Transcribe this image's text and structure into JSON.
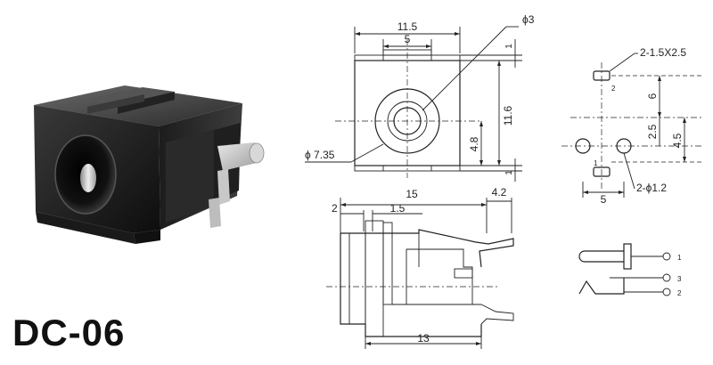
{
  "model": "DC-06",
  "front_view": {
    "width": "11.5",
    "slot": "5",
    "pin_hole": "ϕ3",
    "body_diameter": "ϕ 7.35",
    "height": "11.6",
    "center_height": "4.8",
    "top_offset": "1",
    "bottom_offset": "1"
  },
  "side_view": {
    "length": "15",
    "tail": "4.2",
    "flange": "2",
    "step": "1.5",
    "base_length": "13"
  },
  "pcb_layout": {
    "slot_size": "2-1.5X2.5",
    "hole_size": "2-ϕ1.2",
    "pitch_top": "6",
    "offset_mid": "2.5",
    "offset_right": "4.5",
    "spacing": "5",
    "pad_top_number": "2",
    "pad_bottom_number": "1"
  },
  "schematic": {
    "pin_1": "1",
    "pin_3": "3",
    "pin_2": "2"
  }
}
